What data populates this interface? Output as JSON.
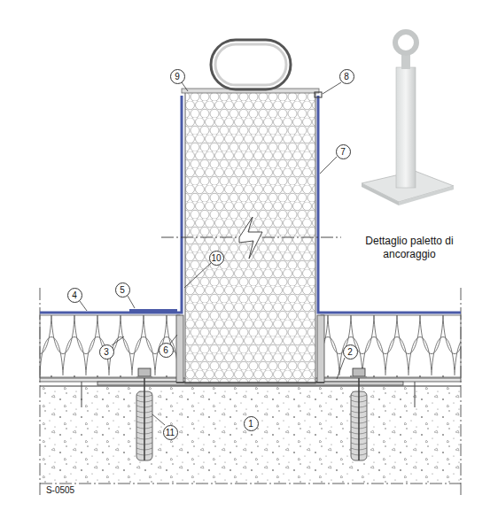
{
  "diagram": {
    "labels": [
      "9",
      "8",
      "7",
      "10",
      "4",
      "5",
      "3",
      "6",
      "2",
      "11",
      "1",
      "S-0505",
      "Dettaglio paletto di ancoraggio"
    ]
  }
}
